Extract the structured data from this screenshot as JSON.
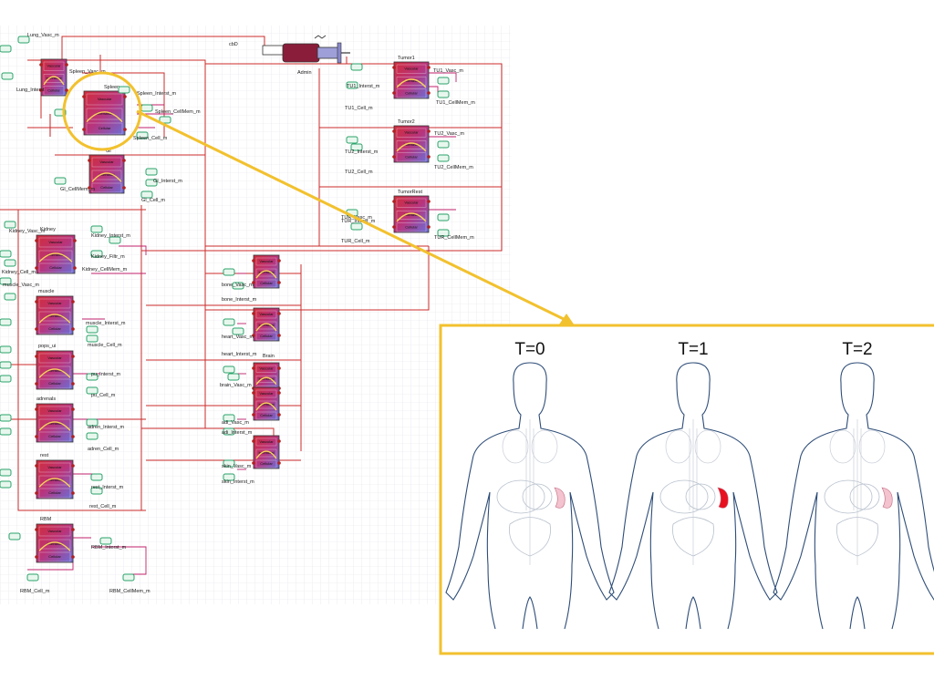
{
  "diagram": {
    "top": {
      "syringe_label": "cbD",
      "admin_label": "Admin"
    },
    "compartments": [
      {
        "name": "Lung_Vasc_m",
        "title": ""
      },
      {
        "name": "Spleen",
        "title": "Spleen"
      },
      {
        "name": "GI",
        "title": "GI"
      },
      {
        "name": "Kidney",
        "title": "Kidney"
      },
      {
        "name": "muscle",
        "title": "muscle"
      },
      {
        "name": "pops",
        "title": "pops_ui"
      },
      {
        "name": "adrenals",
        "title": "adrenals"
      },
      {
        "name": "rest",
        "title": "rest"
      },
      {
        "name": "RBM",
        "title": "RBM"
      },
      {
        "name": "Tumor1",
        "title": "Tumor1"
      },
      {
        "name": "Tumor2",
        "title": "Tumor2"
      },
      {
        "name": "TumorRest",
        "title": "TumorRest"
      },
      {
        "name": "bone",
        "title": ""
      },
      {
        "name": "heart",
        "title": ""
      },
      {
        "name": "Brain",
        "title": "Brain"
      },
      {
        "name": "adi",
        "title": ""
      },
      {
        "name": "skin",
        "title": ""
      }
    ],
    "labels": [
      "Lung_Vasc_m",
      "Lung_Interst",
      "Spleen_Vasc_m",
      "Spleen_Interst_m",
      "Spleen_CellMem_m",
      "Spleen_Cell_m",
      "GI_Interst_m",
      "GI_Cell_m",
      "GI_CellMem_m",
      "Kidney_Interst_m",
      "Kidney_Filtr_m",
      "Kidney_Vasc_m",
      "Kidney_Cell_m",
      "Kidney_CellMem_m",
      "muscle_Interst_m",
      "muscle_Cell_m",
      "muscle_Vasc_m",
      "pu_Interst_m",
      "pu_Cell_m",
      "adren_Interst_m",
      "adren_Cell_m",
      "rest_Interst_m",
      "rest_Cell_m",
      "RBM_Interst_m",
      "RBM_Cell_m",
      "RBM_CellMem_m",
      "TU1_Vasc_m",
      "TU1_Interst_m",
      "TU1_Cell_m",
      "TU1_CellMem_m",
      "TU2_Vasc_m",
      "TU2_Interst_m",
      "TU2_Cell_m",
      "TU2_CellMem_m",
      "TUR_Vasc_m",
      "TUR_Interst_m",
      "TUR_Cell_m",
      "TUR_CellMem_m",
      "bone_Vasc_m",
      "bone_Interst_m",
      "heart_Vasc_m",
      "heart_Interst_m",
      "brain_Vasc_m",
      "adi_Vasc_m",
      "adi_Interst_m",
      "skin_Vasc_m",
      "skin_Interst_m"
    ],
    "block_inner": [
      "Vascular",
      "Interstitial",
      "Cellular"
    ]
  },
  "inset": {
    "panels": [
      {
        "time_label": "T=0",
        "spleen_color": "#f3c3cf"
      },
      {
        "time_label": "T=1",
        "spleen_color": "#e8101e"
      },
      {
        "time_label": "T=2",
        "spleen_color": "#f3c3cf"
      }
    ]
  },
  "colors": {
    "highlight": "#f2c12e",
    "wire": "#cc2b2b",
    "port": "#c0206b",
    "block_top": "#c42a3b",
    "block_bottom": "#6c6fd6",
    "body_outline": "#2e4d78"
  }
}
